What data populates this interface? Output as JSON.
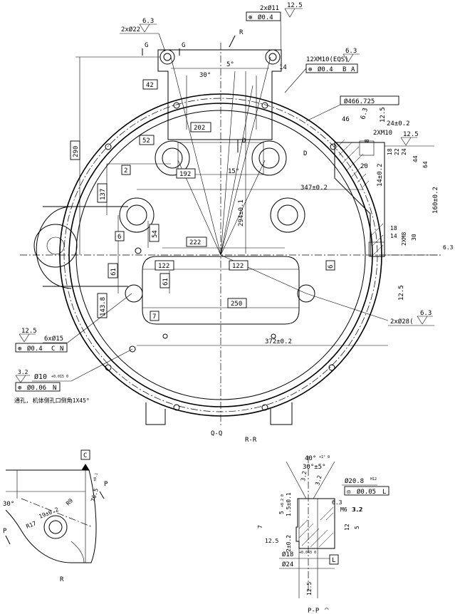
{
  "views": {
    "main": "Q-Q",
    "section": "R-R",
    "detail_r": "R",
    "detail_p": "P-P",
    "detail_p_symbol": "⌒"
  },
  "section_marks": {
    "g_left": "G",
    "g_right": "G",
    "r_top": "R",
    "d_mid": "D",
    "d_right": "D",
    "p_left": "P",
    "p_right": "P"
  },
  "callouts_top": {
    "holes_11": "2xØ11",
    "holes_11_tol": "Ø0.4",
    "holes_11_rough": "12.5",
    "holes_22": "2xØ22",
    "holes_22_rough": "6.3",
    "thread_m10": "12XM10(EQS)",
    "thread_m10_rough": "6.3",
    "thread_m10_tol": "Ø0.4",
    "thread_m10_datum_b": "B",
    "thread_m10_datum_a": "A",
    "flange_dia": "Ø466.725"
  },
  "dimensions_main": {
    "d42": "42",
    "d30deg": "30°",
    "d5deg": "5°",
    "d14": "14",
    "d202": "202",
    "d52": "52",
    "d290": "290",
    "d2": "2",
    "d192": "192",
    "d15deg": "15°",
    "d137": "137",
    "d294": "294±0.1",
    "d347": "347±0.2",
    "d6": "6",
    "d54": "54",
    "d222": "222",
    "d61a": "61",
    "d122a": "122",
    "d122b": "122",
    "d61b": "61",
    "d6r": "6",
    "d143": "143.8",
    "d250": "250",
    "d7": "7",
    "d372": "372±0.2",
    "d12_5": "12.5"
  },
  "dimensions_right": {
    "d46": "46",
    "rough_6_3": "6.3",
    "rough_12_5a": "12.5",
    "d24": "24±0.2",
    "d2xm10": "2XM10",
    "rough_12_5b": "12.5",
    "d8": "8",
    "d18a": "18",
    "d22": "22",
    "d24b": "24",
    "d44": "44",
    "d64": "64",
    "d20": "20",
    "d14": "14±0.2",
    "d160": "160±0.2",
    "d18b": "18",
    "d14b": "14",
    "d2xm8": "2XM8",
    "d30": "30",
    "rough_6_3b": "6.3"
  },
  "callouts_bottom": {
    "holes_28": "2xØ28(",
    "holes_28_rough": "6.3",
    "holes_15": "6xØ15",
    "holes_15_rough": "12.5",
    "holes_15_tol": "Ø0.4",
    "holes_15_datum_c": "C",
    "holes_15_datum_n": "N",
    "holes_10": "Ø10",
    "holes_10_fit": "+0.015 0",
    "holes_10_rough": "3.2",
    "holes_10_tol": "Ø0.06",
    "holes_10_datum": "N",
    "note": "通孔, 机体侧孔口倒角1X45°"
  },
  "detail_r_dims": {
    "datum_c": "C",
    "d30deg": "30°",
    "d76": "76.5",
    "d76_tol": "±0.1",
    "d19": "19±0.2",
    "r9": "R9",
    "r17": "R17"
  },
  "detail_p_dims": {
    "a40": "40°",
    "a40_tol": "+1° 0",
    "a30": "30°±5°",
    "dia20": "Ø20.8",
    "dia20_fit": "H12",
    "conc_tol": "Ø0.05",
    "conc_datum": "L",
    "r6_3": "6.3",
    "m6": "M6",
    "r3_2a": "3.2",
    "r3_2b": "3.2",
    "r3_2c": "3.2",
    "d5": "5",
    "d5_tol": "+0.2 0",
    "d1_5": "1.5±0.1",
    "d7": "7",
    "d12_5": "12.5",
    "d2": "2±0.2",
    "d12": "12",
    "d5r": "5",
    "dia18": "Ø18",
    "dia18_fit": "+0.043 0",
    "dia24": "Ø24",
    "datum_l": "L",
    "r12_5": "12.5",
    "r3_2d": "3.2"
  }
}
